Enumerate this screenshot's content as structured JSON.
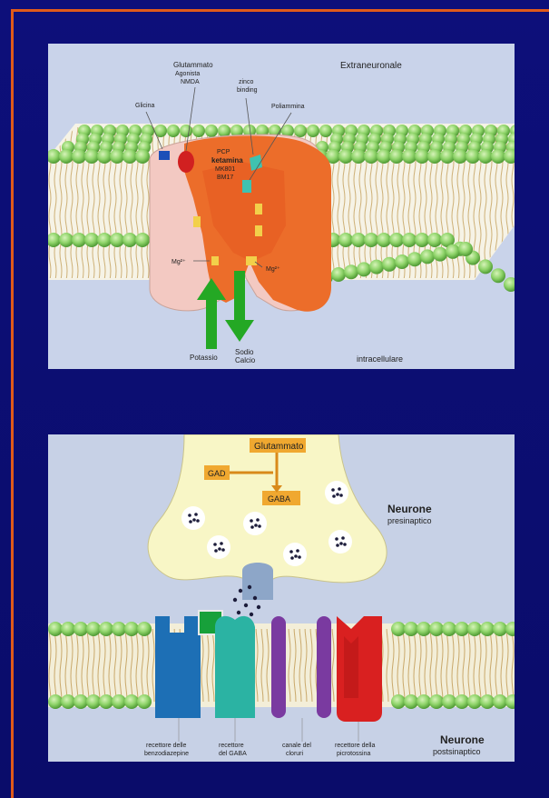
{
  "top_diagram": {
    "region_extra": "Extraneuronale",
    "region_intra": "intracellulare",
    "label_glutammato": "Glutammato",
    "label_agonista": "Agonista",
    "label_nmda": "NMDA",
    "label_glicina": "Glicina",
    "label_zinco": "zinco",
    "label_binding": "binding",
    "label_poliammina": "Poliammina",
    "channel_site_1": "PCP",
    "channel_site_2": "ketamina",
    "channel_site_3": "MK801",
    "channel_site_4": "BM17",
    "label_mg_left": "Mg²⁺",
    "label_mg_right": "Mg²⁺",
    "label_potassio": "Potassio",
    "label_sodio": "Sodio",
    "label_calcio": "Calcio"
  },
  "bottom_diagram": {
    "box_glutammato": "Glutammato",
    "box_gad": "GAD",
    "box_gaba": "GABA",
    "label_presynaptic_1": "Neurone",
    "label_presynaptic_2": "presinaptico",
    "label_postsynaptic_1": "Neurone",
    "label_postsynaptic_2": "postsinaptico",
    "receptor_labels": [
      {
        "line1": "recettore delle",
        "line2": "benzodiazepine"
      },
      {
        "line1": "recettore",
        "line2": "del GABA"
      },
      {
        "line1": "canale del",
        "line2": "cloruri"
      },
      {
        "line1": "recettore della",
        "line2": "picrotossina"
      }
    ]
  },
  "colors": {
    "background": "#0d0f7a",
    "frame": "#e05a1a",
    "lipid_head": "#8fd46a",
    "channel_orange": "#ec6d2a",
    "channel_pink": "#f3c9c2",
    "receptor_blue": "#1d6fb5",
    "receptor_teal": "#2bb3a3",
    "receptor_purple": "#7a3aa0",
    "receptor_red": "#d92020",
    "arrow_green": "#24a824",
    "box_orange": "#f0a830"
  }
}
